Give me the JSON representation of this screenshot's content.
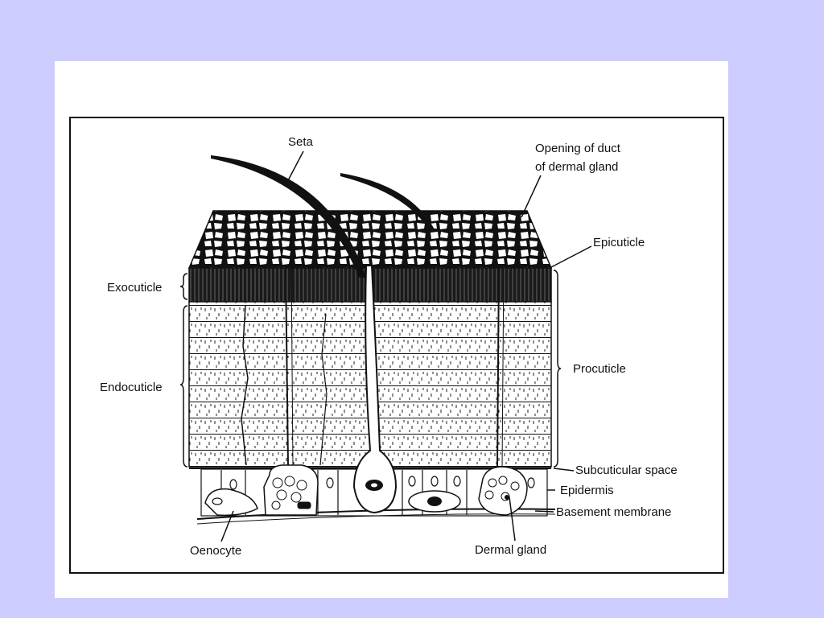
{
  "diagram": {
    "labels": {
      "seta": "Seta",
      "duct_opening_line1": "Opening of duct",
      "duct_opening_line2": "of dermal gland",
      "epicuticle": "Epicuticle",
      "exocuticle": "Exocuticle",
      "procuticle": "Procuticle",
      "endocuticle": "Endocuticle",
      "subcuticular_space": "Subcuticular space",
      "epidermis": "Epidermis",
      "basement_membrane": "Basement membrane",
      "oenocyte": "Oenocyte",
      "dermal_gland": "Dermal gland"
    }
  },
  "colors": {
    "background": "#ccccff",
    "slide": "#ffffff",
    "ink": "#111111"
  }
}
